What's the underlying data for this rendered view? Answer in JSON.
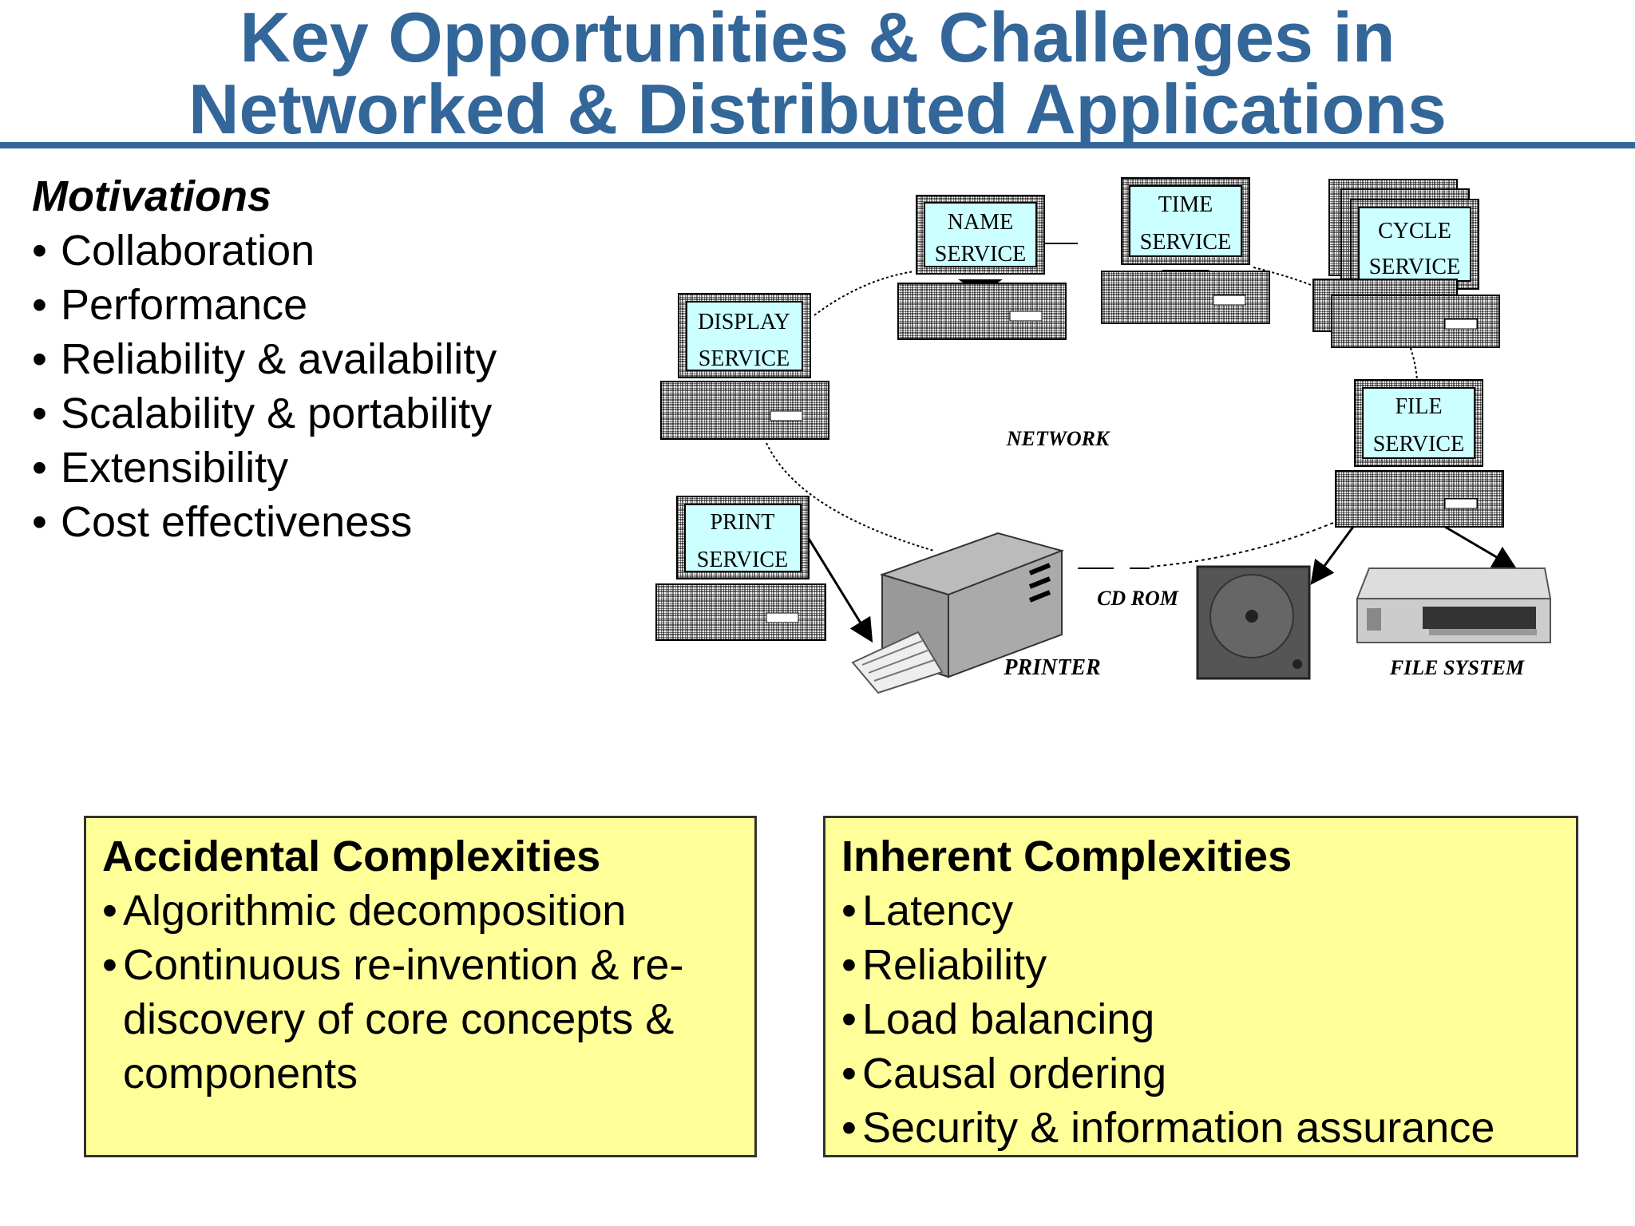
{
  "title": {
    "line1": "Key Opportunities & Challenges in",
    "line2": "Networked & Distributed Applications"
  },
  "motivations": {
    "heading": "Motivations",
    "items": [
      "Collaboration",
      "Performance",
      "Reliability & availability",
      "Scalability & portability",
      "Extensibility",
      "Cost effectiveness"
    ]
  },
  "diagram": {
    "nodes": {
      "name_service": [
        "NAME",
        "SERVICE"
      ],
      "time_service": [
        "TIME",
        "SERVICE"
      ],
      "cycle_service": [
        "CYCLE",
        "SERVICE"
      ],
      "display_service": [
        "DISPLAY",
        "SERVICE"
      ],
      "file_service": [
        "FILE",
        "SERVICE"
      ],
      "print_service": [
        "PRINT",
        "SERVICE"
      ]
    },
    "labels": {
      "network": "NETWORK",
      "cd_rom": "CD ROM",
      "printer": "PRINTER",
      "file_system": "FILE SYSTEM"
    },
    "colors": {
      "screen": "#ccffff",
      "title_blue": "#336699",
      "box_yellow": "#ffff99"
    }
  },
  "accidental": {
    "heading": "Accidental Complexities",
    "items": [
      "Algorithmic decomposition",
      "Continuous re-invention & re-discovery of core concepts & components"
    ]
  },
  "inherent": {
    "heading": "Inherent Complexities",
    "items": [
      "Latency",
      "Reliability",
      "Load balancing",
      "Causal ordering",
      "Security & information assurance"
    ]
  }
}
